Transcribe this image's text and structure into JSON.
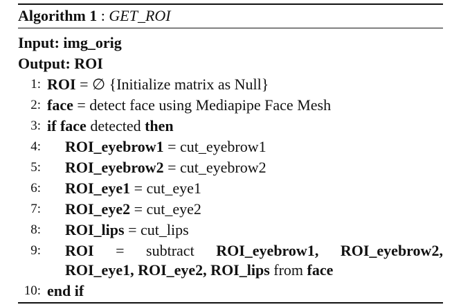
{
  "algorithm": {
    "label": "Algorithm 1",
    "separator": ":",
    "name": "GET_ROI",
    "input_label": "Input:",
    "input_value": "img_orig",
    "output_label": "Output:",
    "output_value": "ROI",
    "lines": [
      {
        "num": "1:",
        "roi": "ROI",
        "eq": "=",
        "empty": "∅",
        "comment": "{Initialize matrix as Null}"
      },
      {
        "num": "2:",
        "face": "face",
        "rest": "= detect face using Mediapipe Face Mesh"
      },
      {
        "num": "3:",
        "kw_if": "if",
        "face": "face",
        "detected": "detected",
        "kw_then": "then"
      },
      {
        "num": "4:",
        "var": "ROI_eyebrow1",
        "rest": "= cut_eyebrow1"
      },
      {
        "num": "5:",
        "var": "ROI_eyebrow2",
        "rest": "= cut_eyebrow2"
      },
      {
        "num": "6:",
        "var": "ROI_eye1",
        "rest": "= cut_eye1"
      },
      {
        "num": "7:",
        "var": "ROI_eye2",
        "rest": "= cut_eye2"
      },
      {
        "num": "8:",
        "var": "ROI_lips",
        "rest": "= cut_lips"
      },
      {
        "num": "9:",
        "w1": "ROI",
        "w2": "=",
        "w3": "subtract",
        "w4": "ROI_eyebrow1,",
        "w5": "ROI_eyebrow2,",
        "cont": "ROI_eye1, ROI_eye2, ROI_lips",
        "from": "from",
        "face": "face"
      },
      {
        "num": "10:",
        "kw_end": "end if"
      }
    ]
  }
}
